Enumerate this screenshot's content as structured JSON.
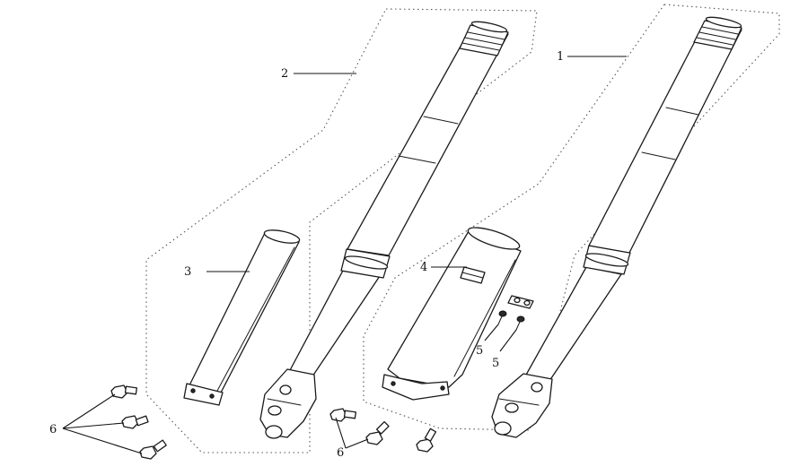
{
  "callouts": {
    "c1": "1",
    "c2": "2",
    "c3": "3",
    "c4": "4",
    "c5a": "5",
    "c5b": "5",
    "c6a": "6",
    "c6b": "6"
  }
}
